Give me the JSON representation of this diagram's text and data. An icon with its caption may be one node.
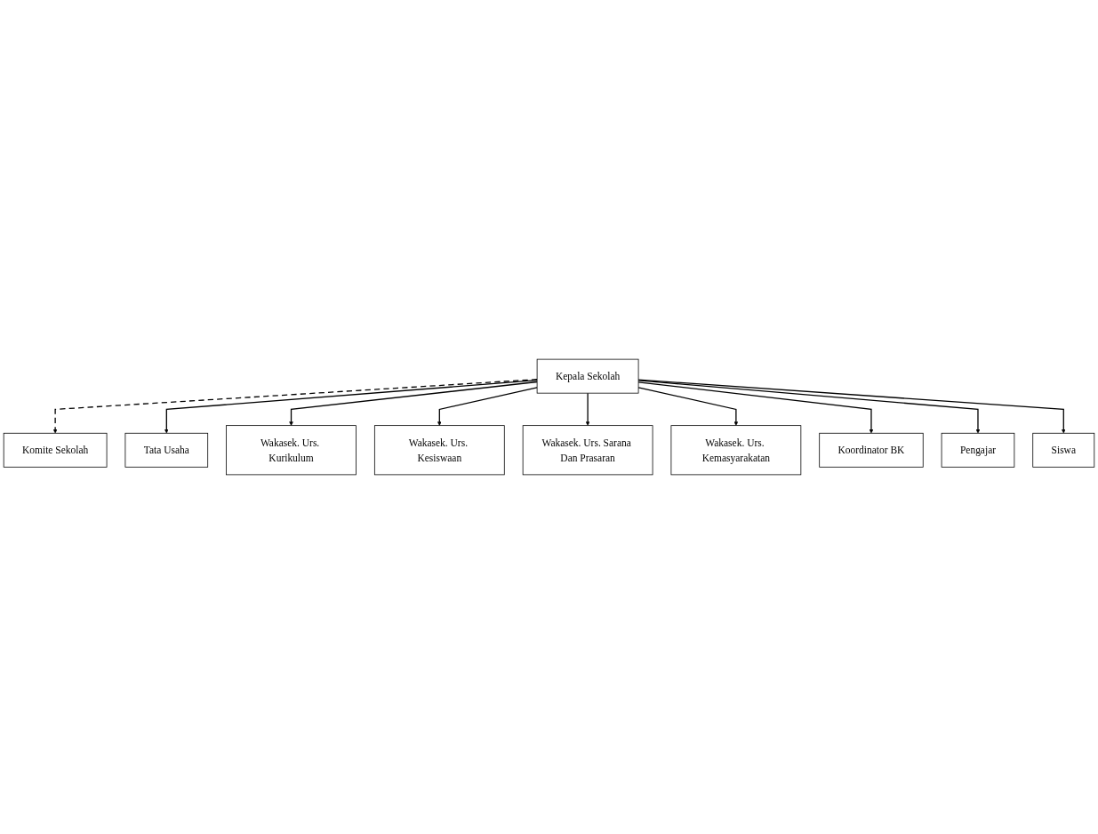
{
  "diagram": {
    "nodes": [
      {
        "text": [
          "Kepala Sekolah"
        ]
      },
      {
        "text": [
          "Komite Sekolah"
        ]
      },
      {
        "text": [
          "Tata Usaha"
        ]
      },
      {
        "text": [
          "Wakasek. Urs. Kurikulum"
        ]
      },
      {
        "text": [
          "Wakasek. Urs. Kesiswaan"
        ]
      },
      {
        "text": [
          "Wakasek. Urs. Sarana Dan Prasaran"
        ]
      },
      {
        "text": [
          "Wakasek. Urs. Kemasyarakatan"
        ]
      },
      {
        "text": [
          "Koordinator BK"
        ]
      },
      {
        "text": [
          "Pengajar"
        ]
      },
      {
        "text": [
          "Siswa"
        ]
      }
    ],
    "edges": [
      {
        "from": 0,
        "to": 1,
        "arrow": "to",
        "style": "dashed"
      },
      {
        "from": 0,
        "to": 2,
        "arrow": "to"
      },
      {
        "from": 0,
        "to": 3,
        "arrow": "to"
      },
      {
        "from": 0,
        "to": 4,
        "arrow": "to"
      },
      {
        "from": 0,
        "to": 5,
        "arrow": "to"
      },
      {
        "from": 0,
        "to": 6,
        "arrow": "to"
      },
      {
        "from": 0,
        "to": 7,
        "arrow": "to"
      },
      {
        "from": 0,
        "to": 8,
        "arrow": "to"
      },
      {
        "from": 0,
        "to": 9,
        "arrow": "to"
      }
    ]
  }
}
